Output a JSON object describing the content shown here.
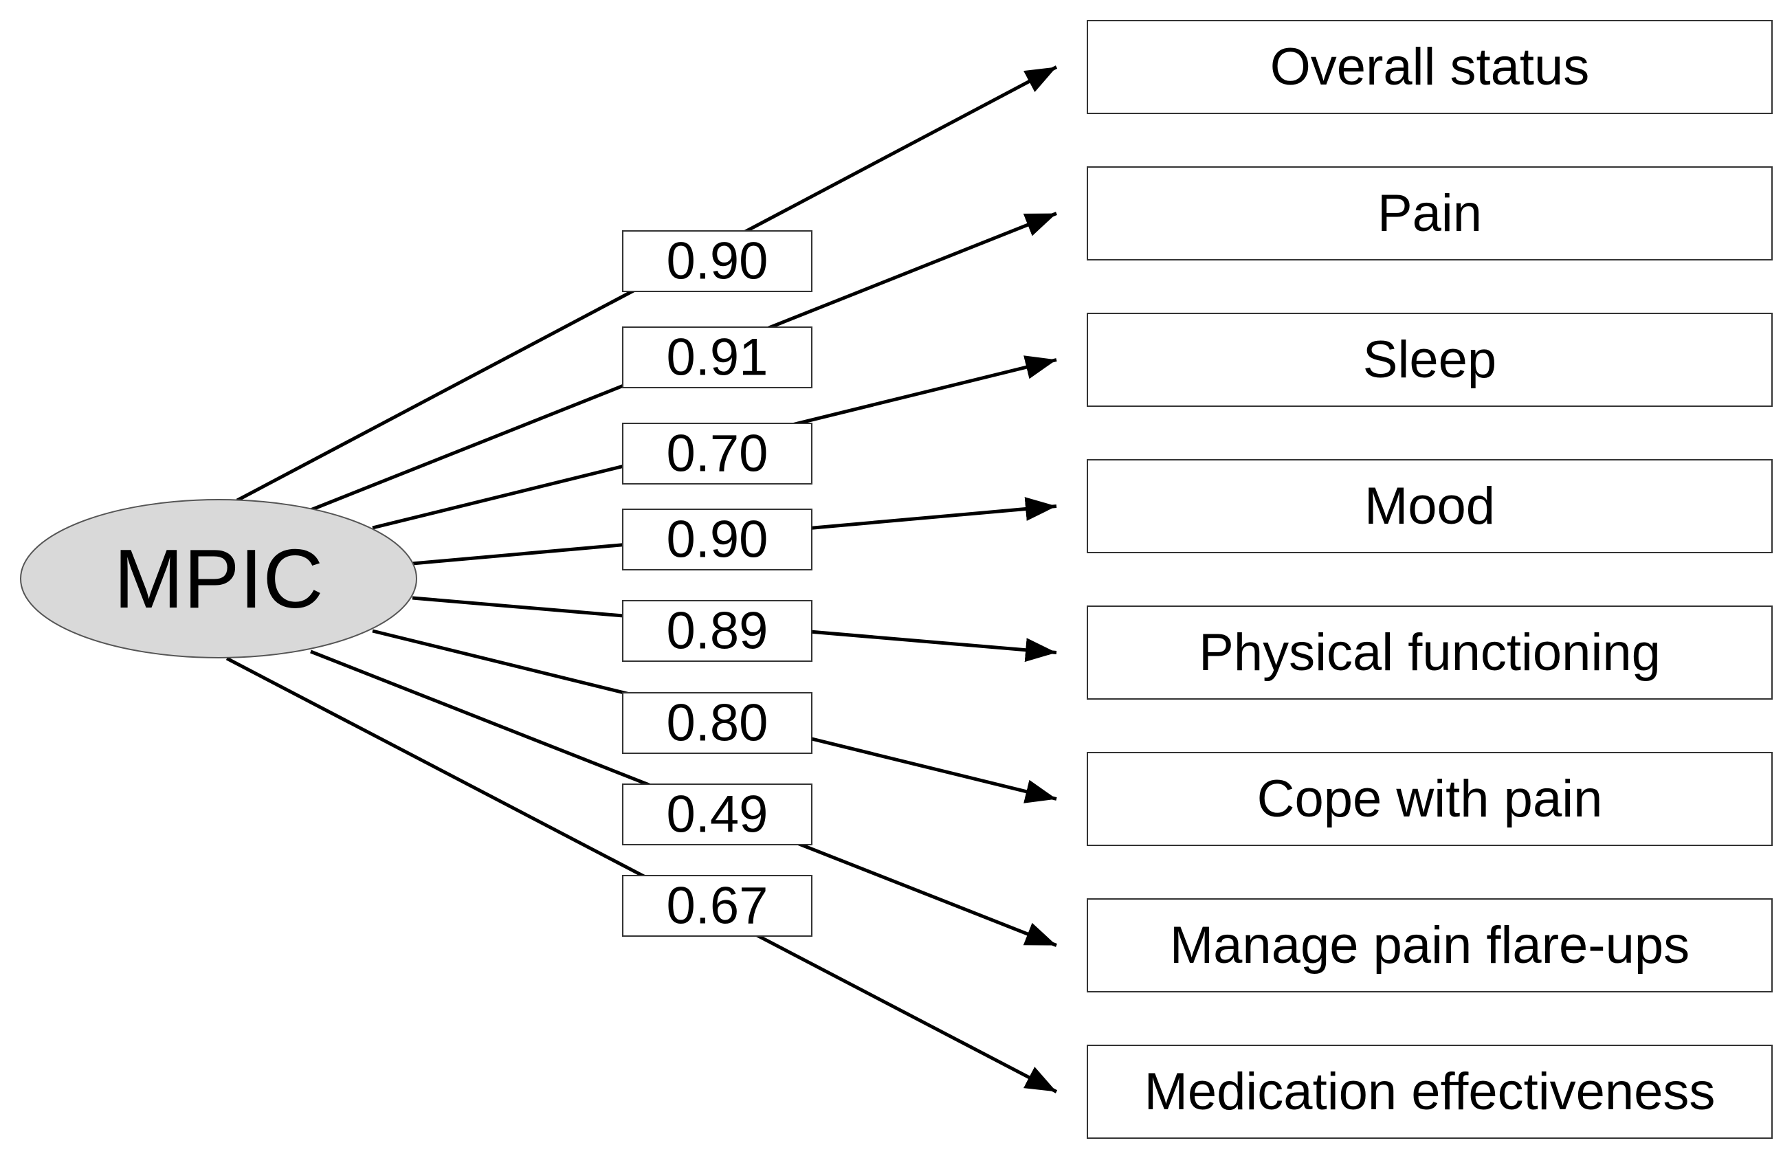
{
  "factor": {
    "label": "MPIC",
    "fill": "#d9d9d9",
    "stroke": "#555555"
  },
  "line_color": "#000000",
  "box_stroke": "#333333",
  "items": [
    {
      "label": "Overall status",
      "loading": "0.90"
    },
    {
      "label": "Pain",
      "loading": "0.91"
    },
    {
      "label": "Sleep",
      "loading": "0.70"
    },
    {
      "label": "Mood",
      "loading": "0.90"
    },
    {
      "label": "Physical functioning",
      "loading": "0.89"
    },
    {
      "label": "Cope with pain",
      "loading": "0.80"
    },
    {
      "label": "Manage pain flare-ups",
      "loading": "0.49"
    },
    {
      "label": "Medication effectiveness",
      "loading": "0.67"
    }
  ]
}
